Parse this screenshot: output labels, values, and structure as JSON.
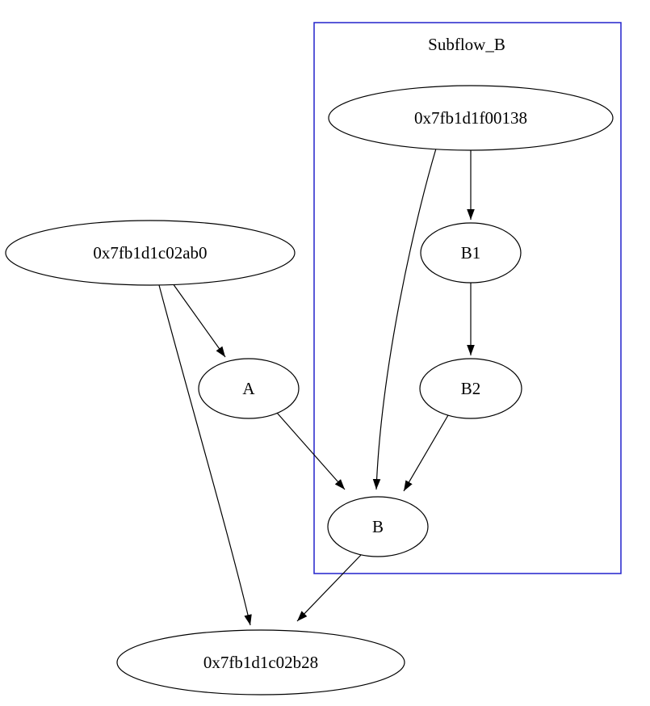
{
  "diagram": {
    "type": "directed-graph",
    "cluster": {
      "label": "Subflow_B",
      "border_color": "#2222cc",
      "contains": [
        "0x7fb1d1f00138",
        "B1",
        "B2",
        "B"
      ]
    },
    "nodes": {
      "f00138": {
        "label": "0x7fb1d1f00138"
      },
      "b1": {
        "label": "B1"
      },
      "b2": {
        "label": "B2"
      },
      "b": {
        "label": "B"
      },
      "c02ab0": {
        "label": "0x7fb1d1c02ab0"
      },
      "a": {
        "label": "A"
      },
      "c02b28": {
        "label": "0x7fb1d1c02b28"
      }
    },
    "edges": [
      {
        "from": "0x7fb1d1f00138",
        "to": "B1"
      },
      {
        "from": "0x7fb1d1f00138",
        "to": "B"
      },
      {
        "from": "B1",
        "to": "B2"
      },
      {
        "from": "B2",
        "to": "B"
      },
      {
        "from": "0x7fb1d1c02ab0",
        "to": "A"
      },
      {
        "from": "0x7fb1d1c02ab0",
        "to": "0x7fb1d1c02b28"
      },
      {
        "from": "A",
        "to": "B"
      },
      {
        "from": "B",
        "to": "0x7fb1d1c02b28"
      }
    ],
    "colors": {
      "background": "#ffffff",
      "node_stroke": "#000000",
      "edge": "#000000",
      "cluster_border": "#2222cc"
    }
  }
}
